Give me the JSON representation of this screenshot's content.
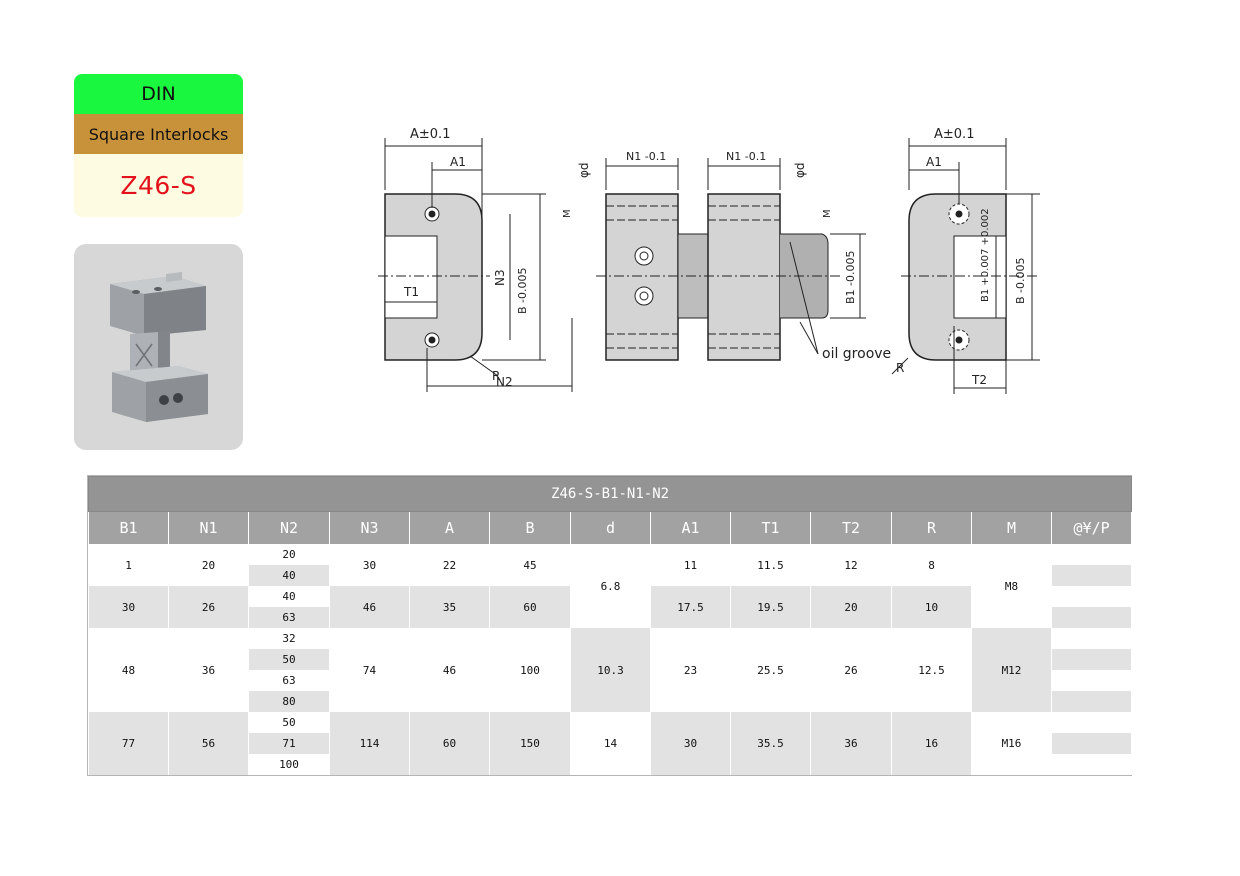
{
  "badge": {
    "standard": "DIN",
    "type": "Square Interlocks",
    "code": "Z46-S"
  },
  "photo": {
    "icon": "interlock-photo-icon"
  },
  "drawing": {
    "a_tol": "A±0.1",
    "a1": "A1",
    "t1": "T1",
    "t2": "T2",
    "n1_tol": "N1 -0.1",
    "phi_d": "φd",
    "m": "M",
    "n3": "N3",
    "b_tol": "B -0.005",
    "b1_tol": "B1 -0.005",
    "b1_tol2": "B1 +0.007 +0.002",
    "r": "R",
    "n2": "N2",
    "oil_groove": "oil groove"
  },
  "table": {
    "title": "Z46-S-B1-N1-N2",
    "headers": [
      "B1",
      "N1",
      "N2",
      "N3",
      "A",
      "B",
      "d",
      "A1",
      "T1",
      "T2",
      "R",
      "M",
      "@¥/P"
    ],
    "groups": [
      {
        "b1": "1",
        "n1": "20",
        "n2": [
          "20",
          "40"
        ],
        "n3": "30",
        "a": "22",
        "b": "45",
        "a1": "11",
        "t1": "11.5",
        "t2": "12",
        "r": "8"
      },
      {
        "b1": "30",
        "n1": "26",
        "n2": [
          "40",
          "63"
        ],
        "n3": "46",
        "a": "35",
        "b": "60",
        "a1": "17.5",
        "t1": "19.5",
        "t2": "20",
        "r": "10"
      },
      {
        "b1": "48",
        "n1": "36",
        "n2": [
          "32",
          "50",
          "63",
          "80"
        ],
        "n3": "74",
        "a": "46",
        "b": "100",
        "a1": "23",
        "t1": "25.5",
        "t2": "26",
        "r": "12.5"
      },
      {
        "b1": "77",
        "n1": "56",
        "n2": [
          "50",
          "71",
          "100"
        ],
        "n3": "114",
        "a": "60",
        "b": "150",
        "a1": "30",
        "t1": "35.5",
        "t2": "36",
        "r": "16"
      }
    ],
    "d_values": [
      "6.8",
      "10.3",
      "14"
    ],
    "m_values": [
      "M8",
      "M12",
      "M16"
    ]
  },
  "colors": {
    "din": "#19f83f",
    "type_band": "#c8923b",
    "code": "#e3111b",
    "table_header": "#a2a2a2"
  }
}
